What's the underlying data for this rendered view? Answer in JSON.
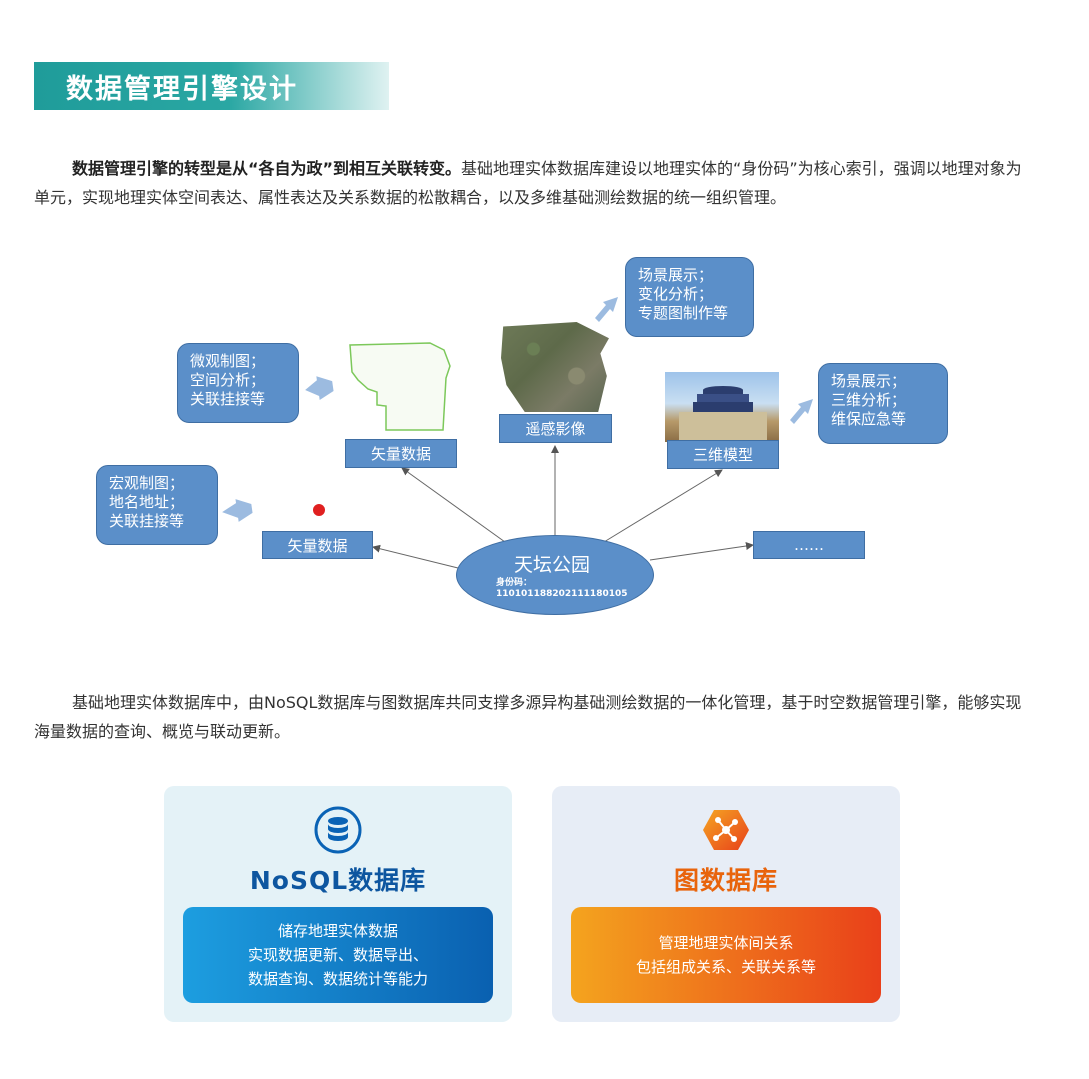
{
  "title": "数据管理引擎设计",
  "para1": {
    "bold": "数据管理引擎的转型是从“各自为政”到相互关联转变。",
    "rest": "基础地理实体数据库建设以地理实体的“身份码”为核心索引，强调以地理对象为单元，实现地理实体空间表达、属性表达及关系数据的松散耦合，以及多维基础测绘数据的统一组织管理。"
  },
  "diagram": {
    "center_name": "天坛公园",
    "center_id_label": "身份码：",
    "center_id": "110101188202111180105",
    "vector1_label": "矢量数据",
    "vector2_label": "矢量数据",
    "remote_label": "遥感影像",
    "model3d_label": "三维模型",
    "more_label": "……",
    "micro_lines": [
      "微观制图；",
      "空间分析；",
      "关联挂接等"
    ],
    "macro_lines": [
      "宏观制图；",
      "地名地址；",
      "关联挂接等"
    ],
    "scene_top_lines": [
      "场景展示；",
      "变化分析；",
      "专题图制作等"
    ],
    "scene_right_lines": [
      "场景展示；",
      "三维分析；",
      "维保应急等"
    ]
  },
  "para2": "基础地理实体数据库中，由NoSQL数据库与图数据库共同支撑多源异构基础测绘数据的一体化管理，基于时空数据管理引擎，能够实现海量数据的查询、概览与联动更新。",
  "cards": {
    "nosql": {
      "title": "NoSQL数据库",
      "lines": [
        "储存地理实体数据",
        "实现数据更新、数据导出、",
        "数据查询、数据统计等能力"
      ],
      "icon": "database-icon"
    },
    "graph": {
      "title": "图数据库",
      "lines": [
        "管理地理实体间关系",
        "包括组成关系、关联关系等"
      ],
      "icon": "graph-network-icon"
    }
  },
  "colors": {
    "title_bar": "#1f9c9a",
    "box_blue": "#5b8fc9",
    "nosql_title": "#0d56a0",
    "graph_title": "#e8640c",
    "red_dot": "#e02020"
  }
}
